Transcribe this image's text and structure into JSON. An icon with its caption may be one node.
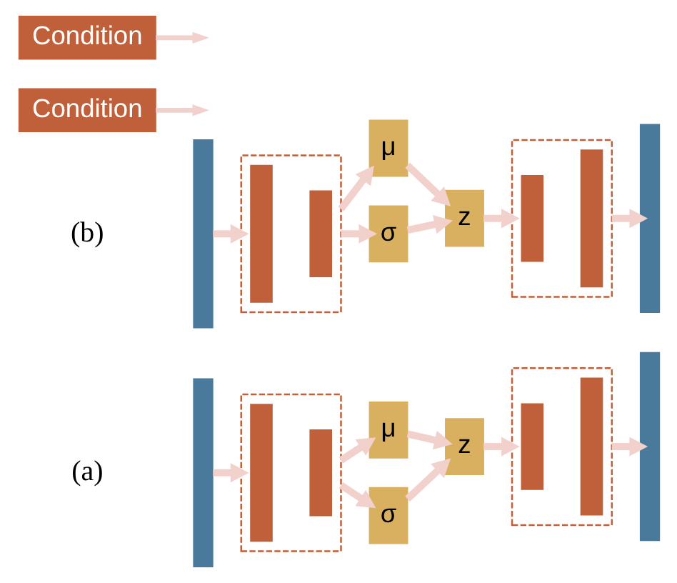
{
  "diagram": {
    "nodes": [
      {
        "text": [],
        "shape": "bar"
      },
      {
        "text": [],
        "shape": "trapezium"
      },
      {
        "text": [],
        "shape": "bar",
        "in": 1
      },
      {
        "text": [],
        "shape": "bar",
        "in": 1
      },
      {
        "text": [
          "μ"
        ]
      },
      {
        "text": [
          "σ"
        ]
      },
      {
        "text": [
          "z"
        ]
      },
      {
        "text": [],
        "shape": "trapezium"
      },
      {
        "text": [],
        "shape": "bar",
        "in": 7
      },
      {
        "text": [],
        "shape": "bar",
        "in": 7
      },
      {
        "text": [],
        "shape": "bar"
      },
      {
        "text": [],
        "shape": "bar"
      },
      {
        "text": [],
        "shape": "trapezium"
      },
      {
        "text": [],
        "shape": "bar",
        "in": 12
      },
      {
        "text": [],
        "shape": "bar",
        "in": 12
      },
      {
        "text": [
          "μ"
        ]
      },
      {
        "text": [
          "σ"
        ]
      },
      {
        "text": [
          "z"
        ]
      },
      {
        "text": [],
        "shape": "trapezium"
      },
      {
        "text": [],
        "shape": "bar",
        "in": 18
      },
      {
        "text": [],
        "shape": "bar",
        "in": 18
      },
      {
        "text": [],
        "shape": "bar"
      },
      {
        "text": [
          "Condition"
        ]
      },
      {
        "text": [
          "Condition"
        ]
      }
    ],
    "edges": [
      {
        "from": 0,
        "to": 1,
        "arrow": "to"
      },
      {
        "from": 1,
        "to": 4,
        "arrow": "to"
      },
      {
        "from": 1,
        "to": 5,
        "arrow": "to"
      },
      {
        "from": 4,
        "to": 6,
        "arrow": "to"
      },
      {
        "from": 5,
        "to": 6,
        "arrow": "to"
      },
      {
        "from": 6,
        "to": 7,
        "arrow": "to"
      },
      {
        "from": 7,
        "to": 10,
        "arrow": "to"
      },
      {
        "from": 11,
        "to": 12,
        "arrow": "to"
      },
      {
        "from": 12,
        "to": 15,
        "arrow": "to"
      },
      {
        "from": 12,
        "to": 16,
        "arrow": "to"
      },
      {
        "from": 15,
        "to": 17,
        "arrow": "to"
      },
      {
        "from": 16,
        "to": 17,
        "arrow": "to"
      },
      {
        "from": 17,
        "to": 18,
        "arrow": "to"
      },
      {
        "from": 18,
        "to": 21,
        "arrow": "to"
      },
      {
        "from": 22,
        "to": null,
        "arrow": "to"
      },
      {
        "from": 23,
        "to": null,
        "arrow": "to"
      }
    ],
    "labels": [
      "(a)",
      "(b)"
    ]
  }
}
